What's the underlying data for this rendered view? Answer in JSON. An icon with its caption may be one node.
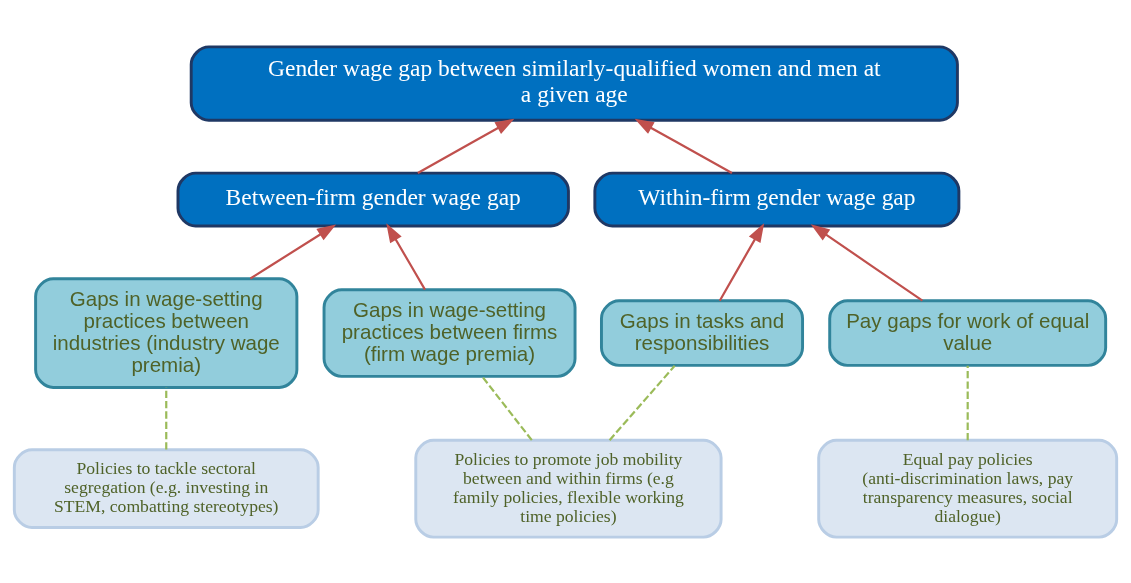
{
  "diagram": {
    "nodes": [
      {
        "text": [
          "Gender wage gap between similarly-qualified women and men at a given age"
        ]
      },
      {
        "text": [
          "Between-firm gender wage gap"
        ]
      },
      {
        "text": [
          "Within-firm gender wage gap"
        ]
      },
      {
        "text": [
          "Gaps in wage-setting practices between industries (industry wage premia)"
        ]
      },
      {
        "text": [
          "Gaps in wage-setting practices between firms (firm wage premia)"
        ]
      },
      {
        "text": [
          "Gaps in tasks and responsibilities"
        ]
      },
      {
        "text": [
          "Pay gaps for work of equal value"
        ]
      },
      {
        "text": [
          "Policies to tackle sectoral segregation (e.g. investing in STEM, combatting stereotypes)"
        ]
      },
      {
        "text": [
          "Policies to promote job mobility between and within firms (e.g family policies, flexible working time policies)"
        ]
      },
      {
        "text": [
          "Equal pay policies (anti-discrimination laws, pay transparency measures, social dialogue)"
        ]
      }
    ],
    "edges": [
      {
        "from": 1,
        "to": 0,
        "arrow": "to"
      },
      {
        "from": 2,
        "to": 0,
        "arrow": "to"
      },
      {
        "from": 3,
        "to": 1,
        "arrow": "to"
      },
      {
        "from": 4,
        "to": 1,
        "arrow": "to"
      },
      {
        "from": 5,
        "to": 2,
        "arrow": "to"
      },
      {
        "from": 6,
        "to": 2,
        "arrow": "to"
      },
      {
        "from": 7,
        "to": 3,
        "arrow": "none",
        "style": "dashed",
        "color": "#9bbb59"
      },
      {
        "from": 8,
        "to": 4,
        "arrow": "none",
        "style": "dashed",
        "color": "#9bbb59"
      },
      {
        "from": 8,
        "to": 5,
        "arrow": "none",
        "style": "dashed",
        "color": "#9bbb59"
      },
      {
        "from": 9,
        "to": 6,
        "arrow": "none",
        "style": "dashed",
        "color": "#9bbb59"
      }
    ]
  }
}
